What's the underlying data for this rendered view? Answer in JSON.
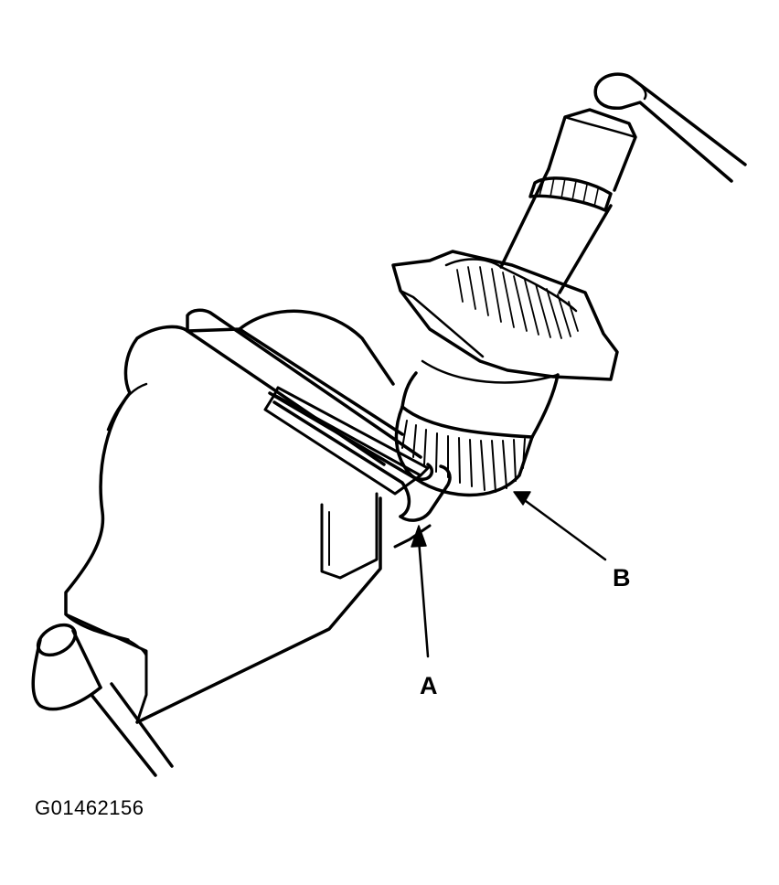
{
  "figure": {
    "labels": {
      "a": "A",
      "b": "B"
    },
    "code": "G01462156"
  },
  "colors": {
    "ink": "#000000",
    "paper": "#ffffff"
  }
}
